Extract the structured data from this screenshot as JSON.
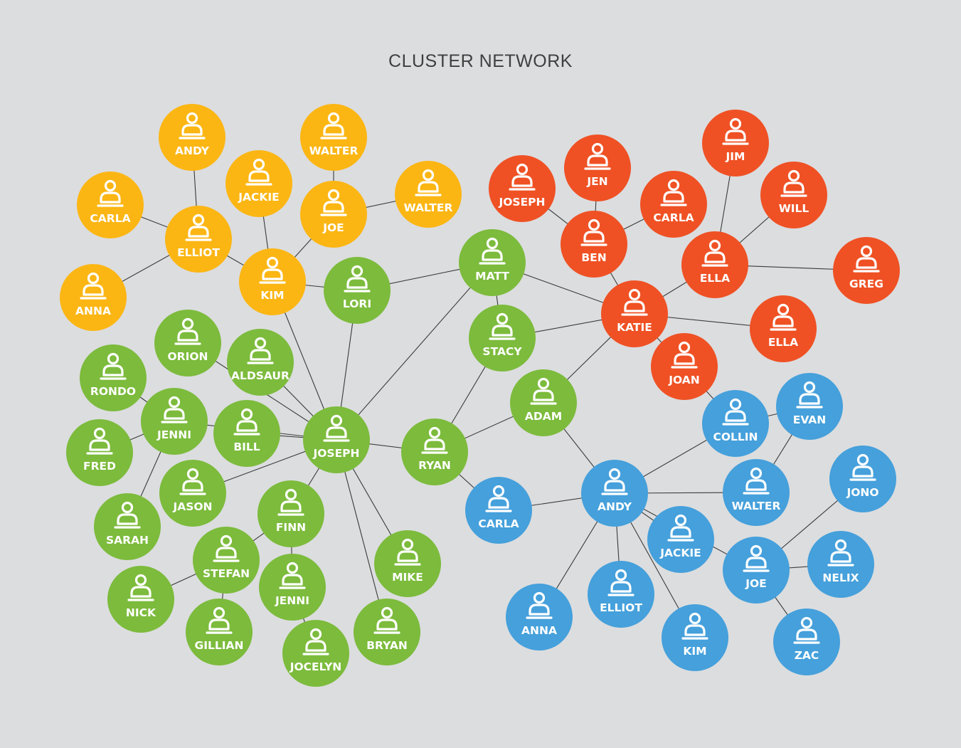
{
  "title": "CLUSTER NETWORK",
  "colors": {
    "yellow": "#fbb614",
    "green": "#7cbb3c",
    "red": "#ef5124",
    "blue": "#45a0db"
  },
  "icon": "person-icon",
  "nodes": [
    {
      "id": "y_andy",
      "label": "ANDY",
      "cluster": "yellow"
    },
    {
      "id": "y_walter1",
      "label": "WALTER",
      "cluster": "yellow"
    },
    {
      "id": "y_carla",
      "label": "CARLA",
      "cluster": "yellow"
    },
    {
      "id": "y_jackie",
      "label": "JACKIE",
      "cluster": "yellow"
    },
    {
      "id": "y_joe",
      "label": "JOE",
      "cluster": "yellow"
    },
    {
      "id": "y_walter2",
      "label": "WALTER",
      "cluster": "yellow"
    },
    {
      "id": "y_elliot",
      "label": "ELLIOT",
      "cluster": "yellow"
    },
    {
      "id": "y_kim",
      "label": "KIM",
      "cluster": "yellow"
    },
    {
      "id": "y_anna",
      "label": "ANNA",
      "cluster": "yellow"
    },
    {
      "id": "g_lori",
      "label": "LORI",
      "cluster": "green"
    },
    {
      "id": "g_matt",
      "label": "MATT",
      "cluster": "green"
    },
    {
      "id": "g_stacy",
      "label": "STACY",
      "cluster": "green"
    },
    {
      "id": "g_orion",
      "label": "ORION",
      "cluster": "green"
    },
    {
      "id": "g_aldsaur",
      "label": "ALDSAUR",
      "cluster": "green"
    },
    {
      "id": "g_rondo",
      "label": "RONDO",
      "cluster": "green"
    },
    {
      "id": "g_jenni1",
      "label": "JENNI",
      "cluster": "green"
    },
    {
      "id": "g_bill",
      "label": "BILL",
      "cluster": "green"
    },
    {
      "id": "g_joseph",
      "label": "JOSEPH",
      "cluster": "green"
    },
    {
      "id": "g_fred",
      "label": "FRED",
      "cluster": "green"
    },
    {
      "id": "g_ryan",
      "label": "RYAN",
      "cluster": "green"
    },
    {
      "id": "g_adam",
      "label": "ADAM",
      "cluster": "green"
    },
    {
      "id": "g_jason",
      "label": "JASON",
      "cluster": "green"
    },
    {
      "id": "g_sarah",
      "label": "SARAH",
      "cluster": "green"
    },
    {
      "id": "g_finn",
      "label": "FINN",
      "cluster": "green"
    },
    {
      "id": "g_stefan",
      "label": "STEFAN",
      "cluster": "green"
    },
    {
      "id": "g_mike",
      "label": "MIKE",
      "cluster": "green"
    },
    {
      "id": "g_nick",
      "label": "NICK",
      "cluster": "green"
    },
    {
      "id": "g_jenni2",
      "label": "JENNI",
      "cluster": "green"
    },
    {
      "id": "g_gillian",
      "label": "GILLIAN",
      "cluster": "green"
    },
    {
      "id": "g_bryan",
      "label": "BRYAN",
      "cluster": "green"
    },
    {
      "id": "g_jocelyn",
      "label": "JOCELYN",
      "cluster": "green"
    },
    {
      "id": "r_joseph",
      "label": "JOSEPH",
      "cluster": "red"
    },
    {
      "id": "r_jen",
      "label": "JEN",
      "cluster": "red"
    },
    {
      "id": "r_jim",
      "label": "JIM",
      "cluster": "red"
    },
    {
      "id": "r_carla",
      "label": "CARLA",
      "cluster": "red"
    },
    {
      "id": "r_will",
      "label": "WILL",
      "cluster": "red"
    },
    {
      "id": "r_ben",
      "label": "BEN",
      "cluster": "red"
    },
    {
      "id": "r_ella1",
      "label": "ELLA",
      "cluster": "red"
    },
    {
      "id": "r_greg",
      "label": "GREG",
      "cluster": "red"
    },
    {
      "id": "r_katie",
      "label": "KATIE",
      "cluster": "red"
    },
    {
      "id": "r_ella2",
      "label": "ELLA",
      "cluster": "red"
    },
    {
      "id": "r_joan",
      "label": "JOAN",
      "cluster": "red"
    },
    {
      "id": "b_collin",
      "label": "COLLIN",
      "cluster": "blue"
    },
    {
      "id": "b_evan",
      "label": "EVAN",
      "cluster": "blue"
    },
    {
      "id": "b_jono",
      "label": "JONO",
      "cluster": "blue"
    },
    {
      "id": "b_carla",
      "label": "CARLA",
      "cluster": "blue"
    },
    {
      "id": "b_andy",
      "label": "ANDY",
      "cluster": "blue"
    },
    {
      "id": "b_walter",
      "label": "WALTER",
      "cluster": "blue"
    },
    {
      "id": "b_jackie",
      "label": "JACKIE",
      "cluster": "blue"
    },
    {
      "id": "b_joe",
      "label": "JOE",
      "cluster": "blue"
    },
    {
      "id": "b_nelix",
      "label": "NELIX",
      "cluster": "blue"
    },
    {
      "id": "b_elliot",
      "label": "ELLIOT",
      "cluster": "blue"
    },
    {
      "id": "b_anna",
      "label": "ANNA",
      "cluster": "blue"
    },
    {
      "id": "b_kim",
      "label": "KIM",
      "cluster": "blue"
    },
    {
      "id": "b_zac",
      "label": "ZAC",
      "cluster": "blue"
    }
  ],
  "edges": [
    [
      "y_andy",
      "y_elliot"
    ],
    [
      "y_carla",
      "y_elliot"
    ],
    [
      "y_anna",
      "y_elliot"
    ],
    [
      "y_elliot",
      "y_kim"
    ],
    [
      "y_jackie",
      "y_kim"
    ],
    [
      "y_joe",
      "y_kim"
    ],
    [
      "y_walter1",
      "y_joe"
    ],
    [
      "y_walter2",
      "y_joe"
    ],
    [
      "y_kim",
      "g_lori"
    ],
    [
      "y_kim",
      "g_joseph"
    ],
    [
      "g_lori",
      "g_matt"
    ],
    [
      "g_lori",
      "g_joseph"
    ],
    [
      "g_matt",
      "g_stacy"
    ],
    [
      "g_matt",
      "g_joseph"
    ],
    [
      "g_matt",
      "r_katie"
    ],
    [
      "g_stacy",
      "r_katie"
    ],
    [
      "g_stacy",
      "g_ryan"
    ],
    [
      "g_adam",
      "r_katie"
    ],
    [
      "g_adam",
      "g_ryan"
    ],
    [
      "g_adam",
      "b_andy"
    ],
    [
      "g_ryan",
      "g_joseph"
    ],
    [
      "g_ryan",
      "b_carla"
    ],
    [
      "g_orion",
      "g_joseph"
    ],
    [
      "g_aldsaur",
      "g_joseph"
    ],
    [
      "g_rondo",
      "g_jenni1"
    ],
    [
      "g_jenni1",
      "g_joseph"
    ],
    [
      "g_jenni1",
      "g_fred"
    ],
    [
      "g_jenni1",
      "g_sarah"
    ],
    [
      "g_bill",
      "g_joseph"
    ],
    [
      "g_jason",
      "g_joseph"
    ],
    [
      "g_finn",
      "g_joseph"
    ],
    [
      "g_finn",
      "g_stefan"
    ],
    [
      "g_finn",
      "g_jenni2"
    ],
    [
      "g_stefan",
      "g_nick"
    ],
    [
      "g_stefan",
      "g_gillian"
    ],
    [
      "g_jenni2",
      "g_jocelyn"
    ],
    [
      "g_mike",
      "g_joseph"
    ],
    [
      "g_bryan",
      "g_joseph"
    ],
    [
      "r_joseph",
      "r_ben"
    ],
    [
      "r_jen",
      "r_ben"
    ],
    [
      "r_carla",
      "r_ben"
    ],
    [
      "r_ben",
      "r_katie"
    ],
    [
      "r_katie",
      "r_ella1"
    ],
    [
      "r_jim",
      "r_ella1"
    ],
    [
      "r_will",
      "r_ella1"
    ],
    [
      "r_greg",
      "r_ella1"
    ],
    [
      "r_katie",
      "r_ella2"
    ],
    [
      "r_katie",
      "r_joan"
    ],
    [
      "r_joan",
      "b_collin"
    ],
    [
      "b_collin",
      "b_evan"
    ],
    [
      "b_collin",
      "b_andy"
    ],
    [
      "b_evan",
      "b_walter"
    ],
    [
      "b_carla",
      "b_andy"
    ],
    [
      "b_andy",
      "b_walter"
    ],
    [
      "b_andy",
      "b_jackie"
    ],
    [
      "b_andy",
      "b_anna"
    ],
    [
      "b_andy",
      "b_elliot"
    ],
    [
      "b_andy",
      "b_kim"
    ],
    [
      "b_andy",
      "b_joe"
    ],
    [
      "b_joe",
      "b_jono"
    ],
    [
      "b_joe",
      "b_nelix"
    ],
    [
      "b_joe",
      "b_zac"
    ]
  ]
}
